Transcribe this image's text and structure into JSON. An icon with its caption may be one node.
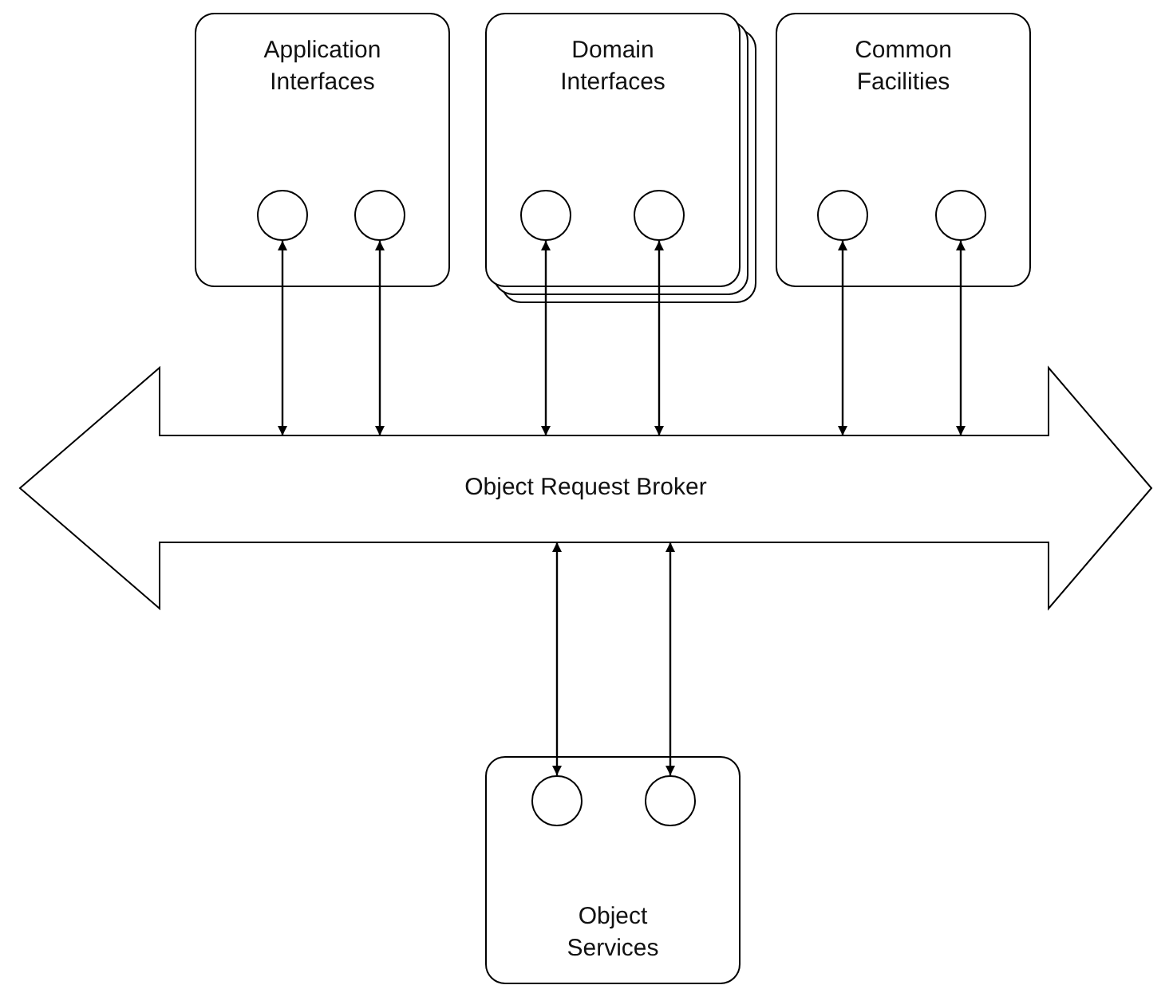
{
  "diagram": {
    "nodes": [
      {
        "text": [
          "Application Interfaces"
        ]
      },
      {
        "text": [],
        "shape": "circle",
        "in": 0
      },
      {
        "text": [],
        "shape": "circle",
        "in": 0
      },
      {
        "text": [
          "Domain Interfaces"
        ]
      },
      {
        "text": [],
        "shape": "circle",
        "in": 3
      },
      {
        "text": [],
        "shape": "circle",
        "in": 3
      },
      {
        "text": [
          "Common Facilities"
        ]
      },
      {
        "text": [],
        "shape": "circle",
        "in": 6
      },
      {
        "text": [],
        "shape": "circle",
        "in": 6
      },
      {
        "text": [
          "Object Request Broker"
        ]
      },
      {
        "text": [
          "Object Services"
        ]
      },
      {
        "text": [],
        "shape": "circle",
        "in": 10
      },
      {
        "text": [],
        "shape": "circle",
        "in": 10
      }
    ],
    "edges": [
      {
        "from": 1,
        "to": 9,
        "arrow": "both"
      },
      {
        "from": 2,
        "to": 9,
        "arrow": "both"
      },
      {
        "from": 4,
        "to": 9,
        "arrow": "both"
      },
      {
        "from": 5,
        "to": 9,
        "arrow": "both"
      },
      {
        "from": 7,
        "to": 9,
        "arrow": "both"
      },
      {
        "from": 8,
        "to": 9,
        "arrow": "both"
      },
      {
        "from": 9,
        "to": 11,
        "arrow": "both"
      },
      {
        "from": 9,
        "to": 12,
        "arrow": "both"
      }
    ]
  }
}
